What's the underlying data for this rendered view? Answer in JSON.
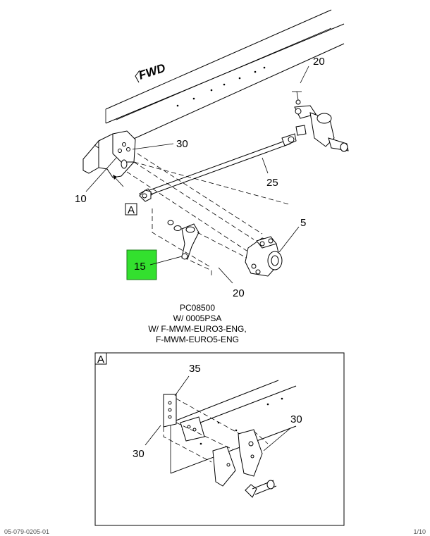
{
  "direction_label": "FWD",
  "callouts": {
    "c20_top": "20",
    "c30_main": "30",
    "c25": "25",
    "c10": "10",
    "view_ref": "A",
    "c5": "5",
    "c15": "15",
    "c20_bottom": "20"
  },
  "caption": {
    "line1": "PC08500",
    "line2": "W/ 0005PSA",
    "line3": "W/ F-MWM-EURO3-ENG,",
    "line4": "F-MWM-EURO5-ENG"
  },
  "detail_view": {
    "label": "A",
    "c35": "35",
    "c30_left": "30",
    "c30_right": "30"
  },
  "footer": {
    "left": "05-079-0205-01",
    "right": "1/10"
  },
  "colors": {
    "highlight": "#33e02e"
  }
}
